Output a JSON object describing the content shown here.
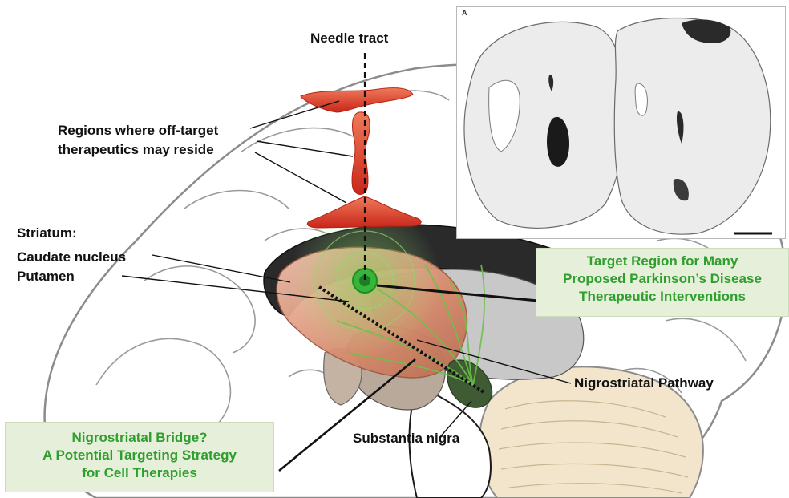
{
  "labels": {
    "needle_tract": "Needle tract",
    "off_target": [
      "Regions where off-target",
      "therapeutics may reside"
    ],
    "striatum": "Striatum:",
    "caudate": "Caudate nucleus",
    "putamen": "Putamen",
    "nigrostriatal_pathway": "Nigrostriatal Pathway",
    "substantia_nigra": "Substantia nigra"
  },
  "target_box": {
    "lines": [
      "Target Region for Many",
      "Proposed Parkinson’s Disease",
      "Therapeutic Interventions"
    ]
  },
  "bridge_box": {
    "lines": [
      "Nigrostriatal Bridge?",
      "A Potential Targeting Strategy",
      "for Cell Therapies"
    ]
  },
  "inset": {
    "panel_letter": "A"
  },
  "colors": {
    "callout_text": "#2e9e2e",
    "callout_fill": "#e6efd9",
    "off_target_red": "#e0422a",
    "striatum_fill": "#d98c6e",
    "pathway_green": "#6cc24a"
  }
}
